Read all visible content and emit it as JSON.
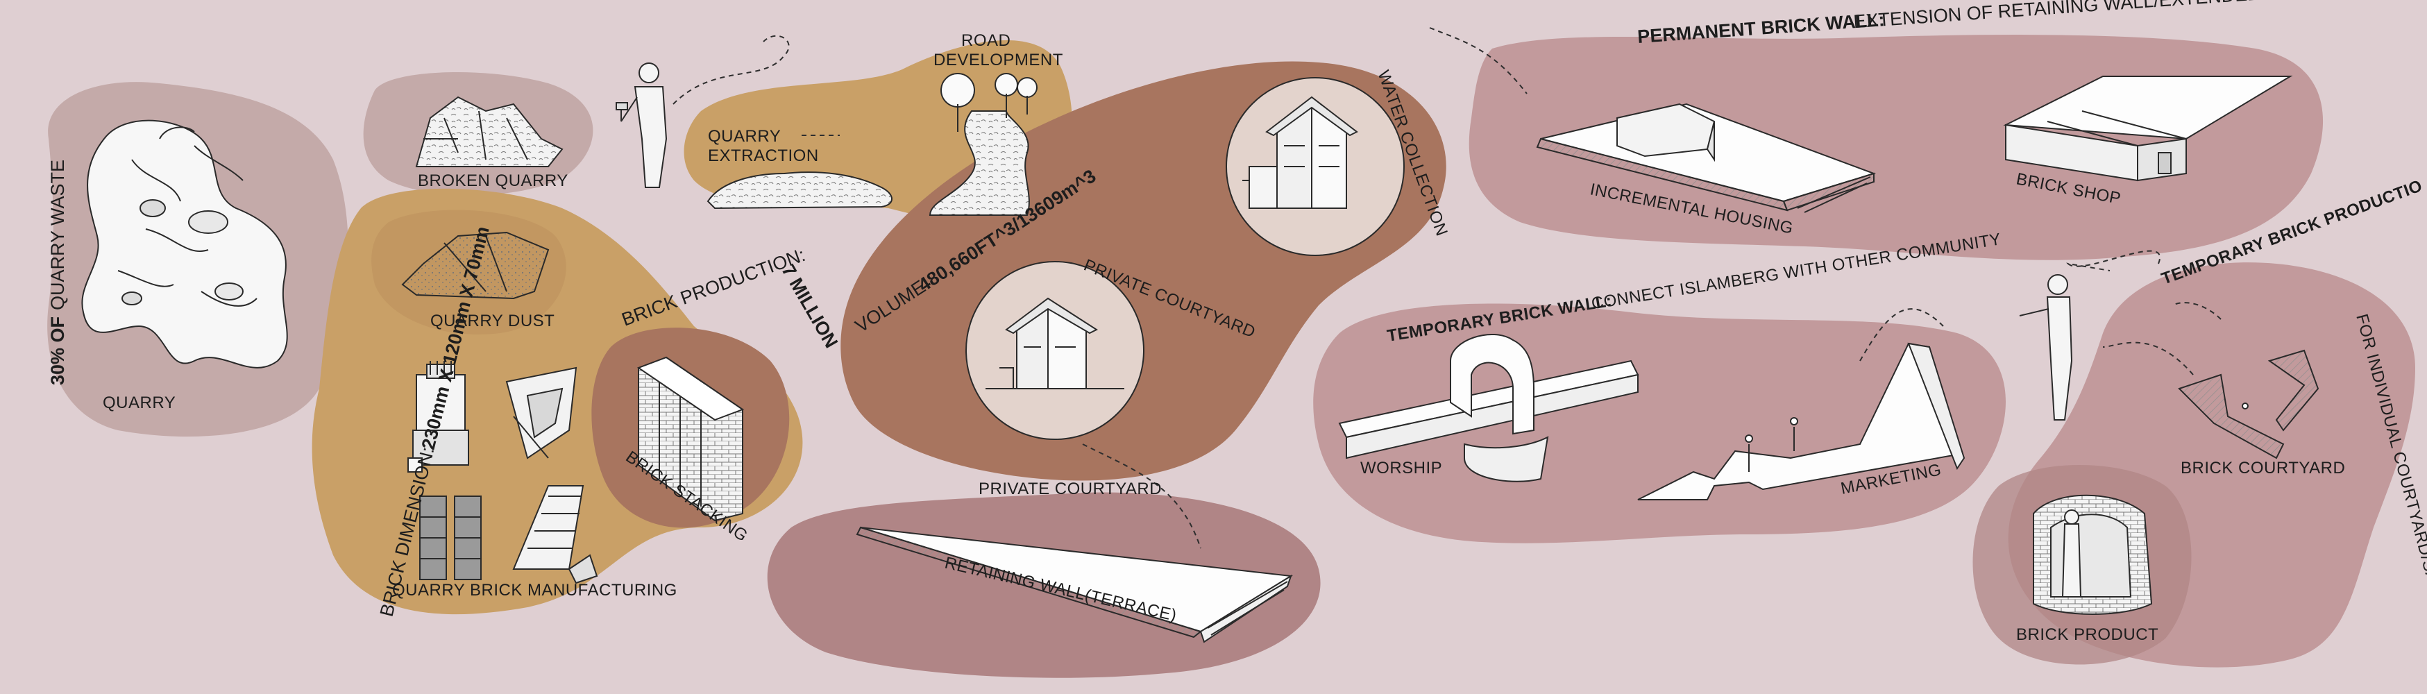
{
  "labels": {
    "quarry": "QUARRY",
    "quarry_waste_pct": "30% OF",
    "quarry_waste": "QUARRY WASTE",
    "broken_quarry": "BROKEN QUARRY",
    "quarry_dust": "QUARRY DUST",
    "quarry_extraction_1": "QUARRY",
    "quarry_extraction_2": "EXTRACTION",
    "road_development_1": "ROAD",
    "road_development_2": "DEVELOPMENT",
    "brick_dimension_prefix": "BRICK DIMENSION:",
    "brick_dimension_value": "230mm X 120mm X 70mm",
    "brick_production_prefix": "BRICK PRODUCTION:",
    "brick_production_value": "7 MILLION",
    "brick_stacking": "BRICK STACKING",
    "quarry_brick_manufacturing": "QUARRY BRICK MANUFACTURING",
    "volume_prefix": "VOLUME:",
    "volume_value": "480,660FT^3/13609m^3",
    "private_courtyard_curved": "PRIVATE COURTYARD",
    "private_courtyard": "PRIVATE COURTYARD",
    "water_collection": "WATER COLLECTION",
    "retaining_wall": "RETAINING WALL(TERRACE)",
    "permanent_wall_prefix": "PERMANENT BRICK WALL:",
    "permanent_wall_desc": "EXTENSION OF RETAINING WALL/EXTENDED ROOF",
    "incremental_housing": "INCREMENTAL HOUSING",
    "brick_shop": "BRICK SHOP",
    "temporary_wall_prefix": "TEMPORARY BRICK WALL:",
    "temporary_wall_desc": "CONNECT ISLAMBERG WITH OTHER COMMUNITY",
    "worship": "WORSHIP",
    "marketing": "MARKETING",
    "temporary_production_prefix": "TEMPORARY BRICK PRODUCTIO",
    "temporary_production_desc": "FOR INDIVIDUAL COURTYARD/SALE",
    "brick_courtyard": "BRICK COURTYARD",
    "brick_product": "BRICK PRODUCT"
  },
  "colors": {
    "background": "#dfcfd2",
    "quarry_blob": "#c4aaa9",
    "ochre_blob": "#c9a067",
    "brown_blob": "#a8755f",
    "mauve_blob": "#c29a9c",
    "dark_mauve_blob": "#b08586"
  }
}
